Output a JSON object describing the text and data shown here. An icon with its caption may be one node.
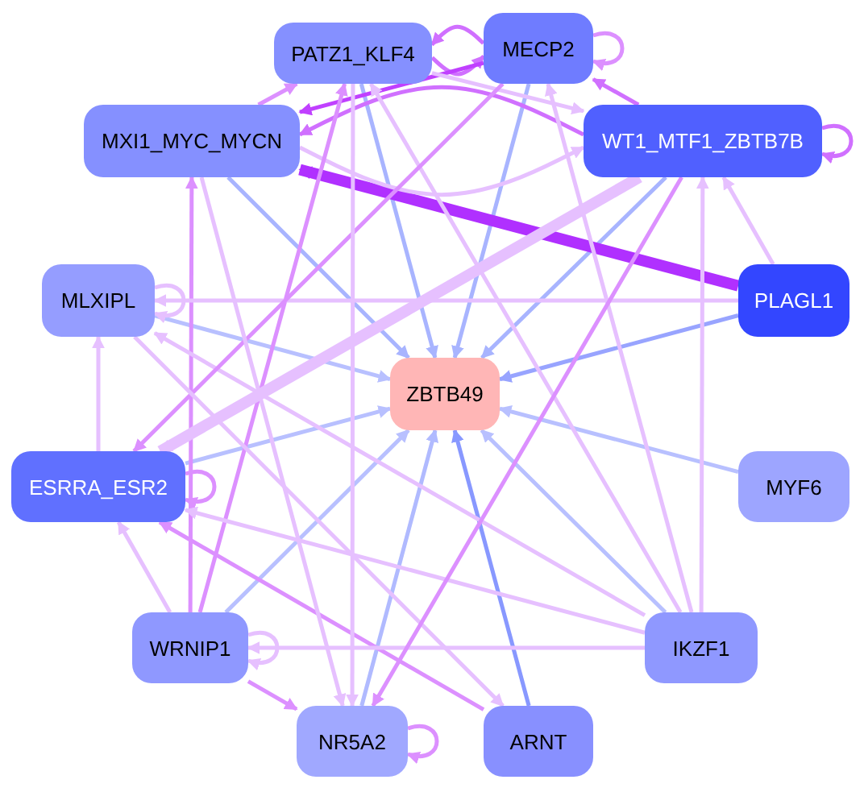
{
  "diagram": {
    "nodes": [
      {
        "text": [
          "PATZ1_KLF4"
        ]
      },
      {
        "text": [
          "MECP2"
        ]
      },
      {
        "text": [
          "MXI1_MYC_MYCN"
        ]
      },
      {
        "text": [
          "WT1_MTF1_ZBTB7B"
        ]
      },
      {
        "text": [
          "MLXIPL"
        ]
      },
      {
        "text": [
          "PLAGL1"
        ]
      },
      {
        "text": [
          "ZBTB49"
        ]
      },
      {
        "text": [
          "ESRRA_ESR2"
        ]
      },
      {
        "text": [
          "MYF6"
        ]
      },
      {
        "text": [
          "WRNIP1"
        ]
      },
      {
        "text": [
          "IKZF1"
        ]
      },
      {
        "text": [
          "NR5A2"
        ]
      },
      {
        "text": [
          "ARNT"
        ]
      }
    ],
    "edges": [
      {
        "from": 0,
        "to": 6,
        "arrow": "to",
        "color": "#a8b4ff"
      },
      {
        "from": 1,
        "to": 6,
        "arrow": "to",
        "color": "#a8b4ff"
      },
      {
        "from": 2,
        "to": 6,
        "arrow": "to",
        "color": "#a8b4ff"
      },
      {
        "from": 3,
        "to": 6,
        "arrow": "to",
        "color": "#a8b4ff"
      },
      {
        "from": 4,
        "to": 6,
        "arrow": "to",
        "color": "#b8c0ff"
      },
      {
        "from": 5,
        "to": 6,
        "arrow": "to",
        "color": "#98a4ff"
      },
      {
        "from": 7,
        "to": 6,
        "arrow": "to",
        "color": "#b8c0ff"
      },
      {
        "from": 8,
        "to": 6,
        "arrow": "to",
        "color": "#b8c0ff"
      },
      {
        "from": 9,
        "to": 6,
        "arrow": "to",
        "color": "#b8c0ff"
      },
      {
        "from": 10,
        "to": 6,
        "arrow": "to",
        "color": "#b8c0ff"
      },
      {
        "from": 11,
        "to": 6,
        "arrow": "to",
        "color": "#b0baff"
      },
      {
        "from": 12,
        "to": 6,
        "arrow": "to",
        "color": "#8898ff"
      },
      {
        "from": 1,
        "to": 1,
        "arrow": "to",
        "color": "#dc90ff"
      },
      {
        "from": 3,
        "to": 3,
        "arrow": "to",
        "color": "#d070ff"
      },
      {
        "from": 4,
        "to": 4,
        "arrow": "to"
      },
      {
        "from": 7,
        "to": 7,
        "arrow": "to",
        "color": "#dc90ff"
      },
      {
        "from": 9,
        "to": 9,
        "arrow": "to"
      },
      {
        "from": 11,
        "to": 11,
        "arrow": "to",
        "color": "#dc90ff"
      },
      {
        "from": 0,
        "to": 1,
        "arrow": "to",
        "color": "#d070ff"
      },
      {
        "from": 1,
        "to": 0,
        "arrow": "to",
        "color": "#d070ff"
      },
      {
        "from": 1,
        "to": 2,
        "arrow": "to",
        "color": "#c040ff"
      },
      {
        "from": 5,
        "to": 2,
        "arrow": "to",
        "style": "thick",
        "color": "#b030ff"
      },
      {
        "from": 3,
        "to": 2,
        "arrow": "to",
        "color": "#d070ff"
      },
      {
        "from": 2,
        "to": 3,
        "arrow": "to"
      },
      {
        "from": 0,
        "to": 3,
        "arrow": "to"
      },
      {
        "from": 2,
        "to": 0,
        "arrow": "to",
        "color": "#dc90ff"
      },
      {
        "from": 3,
        "to": 1,
        "arrow": "to",
        "color": "#d070ff"
      },
      {
        "from": 5,
        "to": 3,
        "arrow": "to"
      },
      {
        "from": 10,
        "to": 3,
        "arrow": "to"
      },
      {
        "from": 10,
        "to": 1,
        "arrow": "to"
      },
      {
        "from": 9,
        "to": 0,
        "arrow": "to",
        "color": "#dc90ff"
      },
      {
        "from": 9,
        "to": 2,
        "arrow": "to",
        "color": "#dc90ff"
      },
      {
        "from": 9,
        "to": 7,
        "arrow": "to"
      },
      {
        "from": 7,
        "to": 4,
        "arrow": "to"
      },
      {
        "from": 9,
        "to": 11,
        "arrow": "to",
        "color": "#dc90ff"
      },
      {
        "from": 12,
        "to": 7,
        "arrow": "to",
        "color": "#dc90ff"
      },
      {
        "from": 10,
        "to": 7,
        "arrow": "to"
      },
      {
        "from": 10,
        "to": 4,
        "arrow": "to"
      },
      {
        "from": 10,
        "to": 0,
        "arrow": "to"
      },
      {
        "from": 5,
        "to": 4,
        "arrow": "to"
      },
      {
        "from": 3,
        "to": 7,
        "arrow": "to",
        "style": "thick"
      },
      {
        "from": 1,
        "to": 7,
        "arrow": "to",
        "color": "#dc90ff"
      },
      {
        "from": 10,
        "to": 9,
        "arrow": "to"
      },
      {
        "from": 2,
        "to": 11,
        "arrow": "to"
      },
      {
        "from": 4,
        "to": 12,
        "arrow": "to"
      },
      {
        "from": 0,
        "to": 11,
        "arrow": "to"
      },
      {
        "from": 3,
        "to": 11,
        "arrow": "to",
        "color": "#dc90ff"
      }
    ]
  }
}
